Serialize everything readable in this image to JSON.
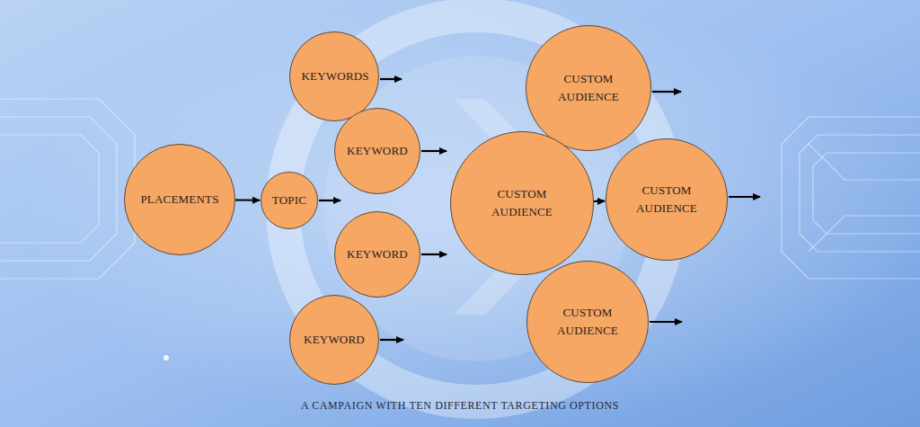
{
  "diagram": {
    "caption": "A CAMPAIGN WITH TEN DIFFERENT TARGETING OPTIONS",
    "nodes": [
      {
        "text": [
          "PLACEMENTS"
        ]
      },
      {
        "text": [
          "TOPIC"
        ]
      },
      {
        "text": [
          "KEYWORDS"
        ]
      },
      {
        "text": [
          "KEYWORD"
        ]
      },
      {
        "text": [
          "KEYWORD"
        ]
      },
      {
        "text": [
          "KEYWORD"
        ]
      },
      {
        "text": [
          "CUSTOM AUDIENCE"
        ]
      },
      {
        "text": [
          "CUSTOM AUDIENCE"
        ]
      },
      {
        "text": [
          "CUSTOM AUDIENCE"
        ]
      },
      {
        "text": [
          "CUSTOM AUDIENCE"
        ]
      }
    ],
    "edges": [
      {
        "from": 0,
        "to": 1,
        "arrow": "to"
      },
      {
        "from": 7,
        "to": 8,
        "arrow": "to"
      }
    ]
  }
}
